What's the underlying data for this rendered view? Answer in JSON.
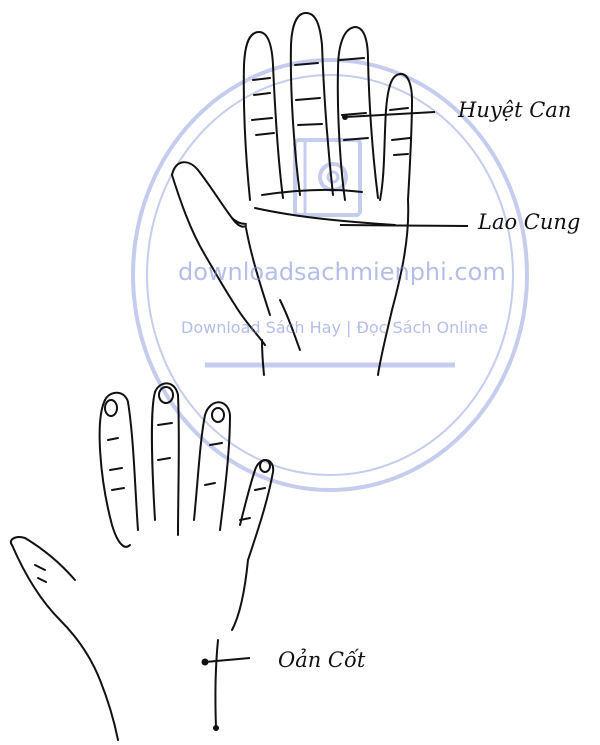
{
  "labels": {
    "huyet_can": "Huyệt Can",
    "lao_cung": "Lao Cung",
    "oan_cot": "Oản Cốt"
  },
  "watermark": {
    "site": "downloadsachmienphi.com",
    "tagline": "Download Sách Hay | Đọc Sách Online",
    "color": "#7f8fd9"
  }
}
